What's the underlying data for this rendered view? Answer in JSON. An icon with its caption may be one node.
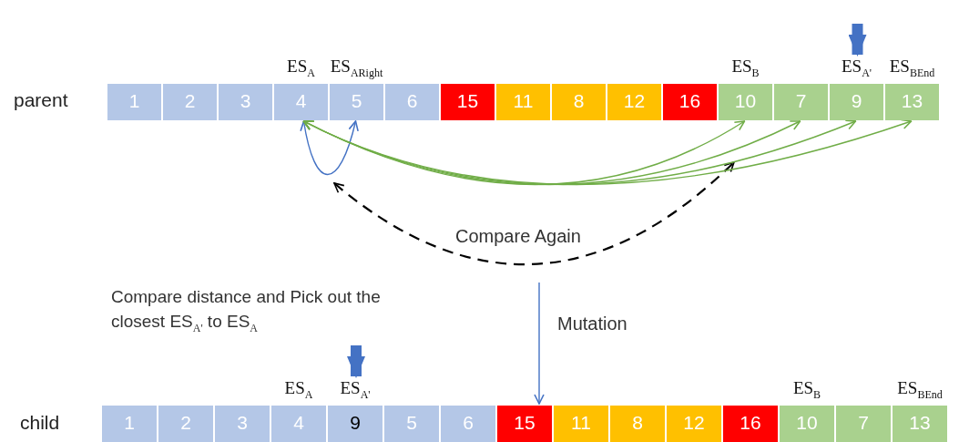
{
  "diagram": {
    "nodes": [
      {
        "text": [
          "parent"
        ]
      },
      {
        "text": [
          "1"
        ],
        "in": 0
      },
      {
        "text": [
          "2"
        ],
        "in": 0
      },
      {
        "text": [
          "3"
        ],
        "in": 0
      },
      {
        "text": [
          "4"
        ],
        "in": 0,
        "beside": [
          "ES$_{A}$"
        ]
      },
      {
        "text": [
          "5"
        ],
        "in": 0,
        "beside": [
          "ES$_{ARight}$"
        ]
      },
      {
        "text": [
          "6"
        ],
        "in": 0
      },
      {
        "text": [
          "15"
        ],
        "in": 0
      },
      {
        "text": [
          "11"
        ],
        "in": 0
      },
      {
        "text": [
          "8"
        ],
        "in": 0
      },
      {
        "text": [
          "12"
        ],
        "in": 0
      },
      {
        "text": [
          "16"
        ],
        "in": 0
      },
      {
        "text": [
          "10"
        ],
        "in": 0,
        "beside": [
          "ES$_{B}$"
        ]
      },
      {
        "text": [
          "7"
        ],
        "in": 0
      },
      {
        "text": [
          "9"
        ],
        "in": 0,
        "beside": [
          "ES$_{A'}$"
        ]
      },
      {
        "text": [
          "13"
        ],
        "in": 0,
        "beside": [
          "ES$_{BEnd}$"
        ]
      },
      {
        "text": [
          "child"
        ]
      },
      {
        "text": [
          "1"
        ],
        "in": 16
      },
      {
        "text": [
          "2"
        ],
        "in": 16
      },
      {
        "text": [
          "3"
        ],
        "in": 16
      },
      {
        "text": [
          "4"
        ],
        "in": 16,
        "beside": [
          "ES$_{A}$"
        ]
      },
      {
        "text": [
          "9"
        ],
        "in": 16,
        "beside": [
          "ES$_{A'}$"
        ]
      },
      {
        "text": [
          "5"
        ],
        "in": 16
      },
      {
        "text": [
          "6"
        ],
        "in": 16
      },
      {
        "text": [
          "15"
        ],
        "in": 16
      },
      {
        "text": [
          "11"
        ],
        "in": 16
      },
      {
        "text": [
          "8"
        ],
        "in": 16
      },
      {
        "text": [
          "12"
        ],
        "in": 16
      },
      {
        "text": [
          "16"
        ],
        "in": 16
      },
      {
        "text": [
          "10"
        ],
        "in": 16,
        "beside": [
          "ES$_{B}$"
        ]
      },
      {
        "text": [
          "7"
        ],
        "in": 16
      },
      {
        "text": [
          "13"
        ],
        "in": 16,
        "beside": [
          "ES$_{BEnd}$"
        ]
      }
    ],
    "edges": [
      {
        "from": 4,
        "to": 5,
        "arrow": "both",
        "color": "#4472c4"
      },
      {
        "from": 4,
        "to": 12,
        "arrow": "both",
        "color": "#70ad47"
      },
      {
        "from": 4,
        "to": 13,
        "arrow": "both",
        "color": "#70ad47"
      },
      {
        "from": 4,
        "to": 14,
        "arrow": "both",
        "color": "#70ad47"
      },
      {
        "from": 4,
        "to": 15,
        "arrow": "both",
        "color": "#70ad47"
      },
      {
        "from": null,
        "to": 16,
        "arrow": "to",
        "color": "#4472c4",
        "label": "Mutation"
      },
      {
        "from": null,
        "to": 14,
        "arrow": "to",
        "style": "thick",
        "color": "#4472c4"
      },
      {
        "from": null,
        "to": 21,
        "arrow": "to",
        "style": "thick",
        "color": "#4472c4"
      }
    ],
    "labels": [
      "Compare Again",
      "Compare distance and Pick out the closest ES$_{A'}$ to ES$_{A}$"
    ]
  }
}
